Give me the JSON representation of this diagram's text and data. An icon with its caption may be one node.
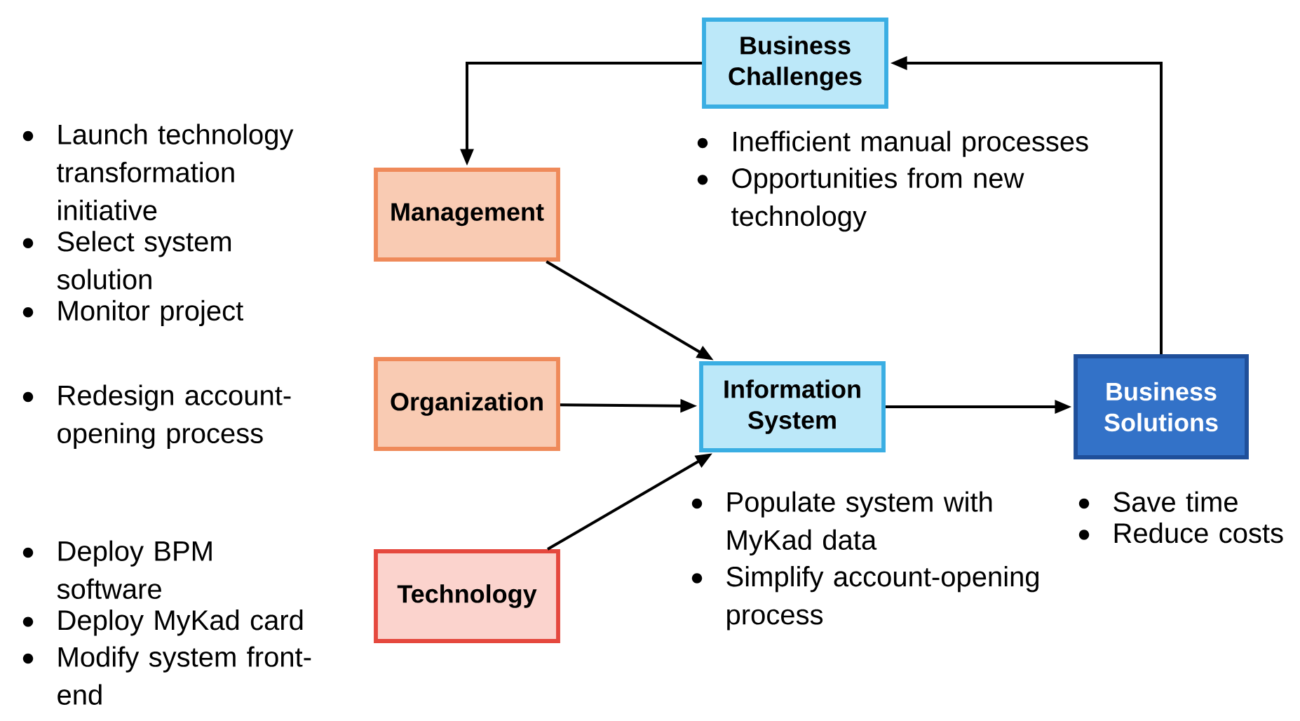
{
  "diagram": {
    "nodes": [
      {
        "text": [
          "Business Challenges"
        ],
        "beside": [
          "Inefficient manual processes",
          "Opportunities from new technology"
        ]
      },
      {
        "text": [
          "Management"
        ],
        "beside": [
          "Launch technology transformation initiative",
          "Select system solution",
          "Monitor project"
        ]
      },
      {
        "text": [
          "Organization"
        ]
      },
      {
        "text": [
          "Technology"
        ],
        "beside": [
          "Deploy BPM software",
          "Deploy MyKad card",
          "Modify system front-end"
        ]
      },
      {
        "text": [
          "Information System"
        ],
        "beside": [
          "Populate system with MyKad data",
          "Simplify account-opening process"
        ]
      },
      {
        "text": [
          "Business Solutions"
        ],
        "beside": [
          "Save time",
          "Reduce costs"
        ]
      }
    ],
    "edges": [
      {
        "from": 0,
        "to": 1,
        "arrow": "to"
      },
      {
        "from": 1,
        "to": 4,
        "arrow": "to"
      },
      {
        "from": 2,
        "to": 4,
        "arrow": "to"
      },
      {
        "from": 3,
        "to": 4,
        "arrow": "to"
      },
      {
        "from": 4,
        "to": 5,
        "arrow": "to"
      },
      {
        "from": 5,
        "to": 0,
        "arrow": "to"
      }
    ],
    "labels": [
      "Redesign account-opening process"
    ]
  }
}
